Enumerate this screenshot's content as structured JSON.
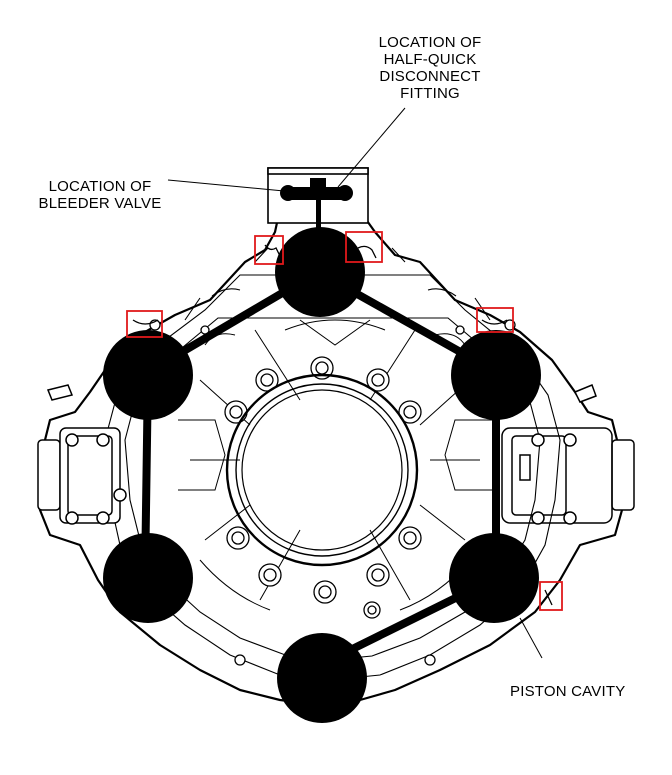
{
  "callouts": {
    "half_quick": [
      "LOCATION OF",
      "HALF-QUICK",
      "DISCONNECT",
      "FITTING"
    ],
    "bleeder": [
      "LOCATION OF",
      "BLEEDER VALVE"
    ],
    "piston": "PISTON CAVITY"
  },
  "colors": {
    "line": "#000000",
    "cavity": "#000000",
    "highlight": "#e0191b",
    "background": "#ffffff"
  }
}
